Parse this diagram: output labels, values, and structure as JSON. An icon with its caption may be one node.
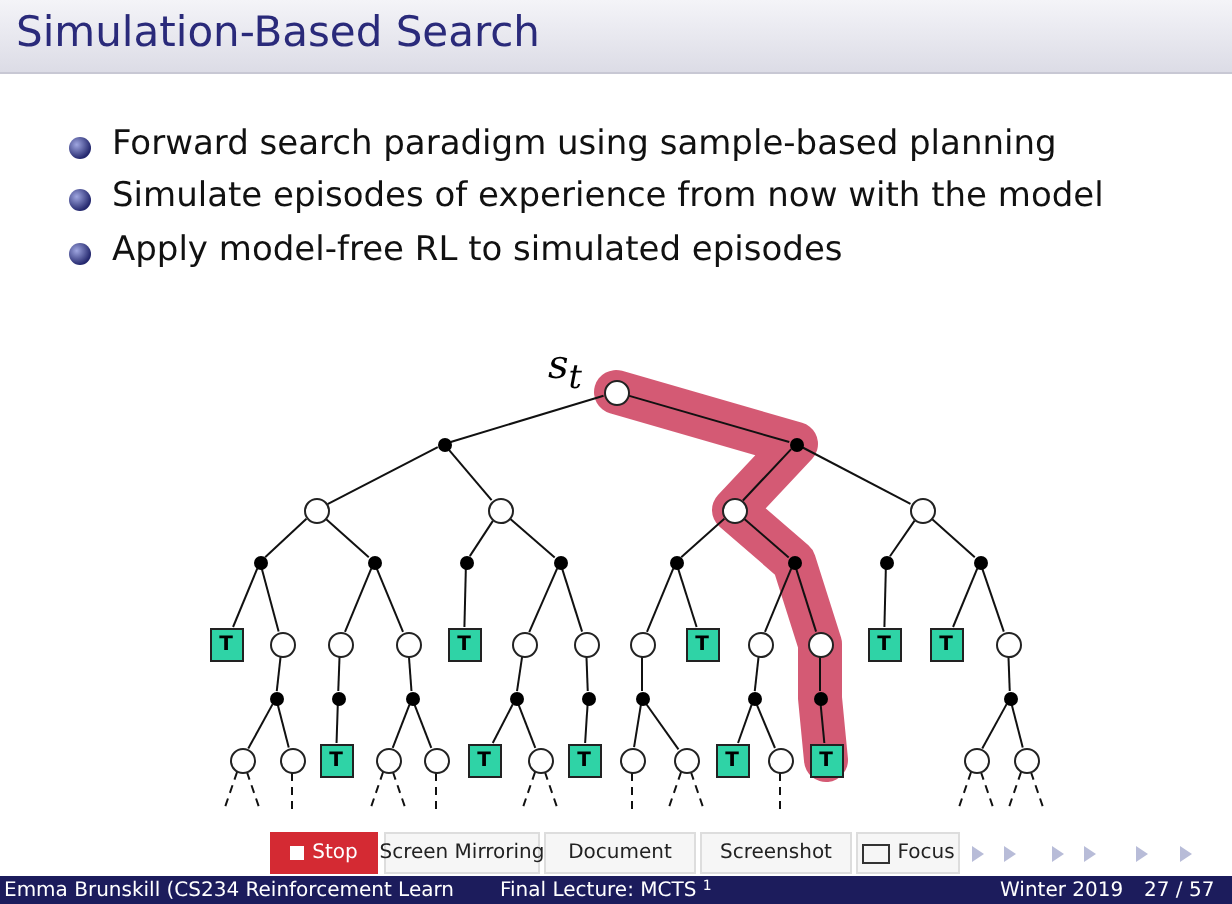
{
  "diagram": {
    "title": "Simulation-Based Search",
    "nodes": [
      {
        "text": [],
        "shape": "circle",
        "beside": [
          "s$_{t}$"
        ]
      },
      {
        "text": [],
        "shape": "dot"
      },
      {
        "text": [],
        "shape": "dot"
      },
      {
        "text": [],
        "shape": "circle"
      },
      {
        "text": [],
        "shape": "circle"
      },
      {
        "text": [],
        "shape": "circle"
      },
      {
        "text": [],
        "shape": "circle"
      },
      {
        "text": [],
        "shape": "dot"
      },
      {
        "text": [],
        "shape": "dot"
      },
      {
        "text": [],
        "shape": "dot"
      },
      {
        "text": [],
        "shape": "dot"
      },
      {
        "text": [],
        "shape": "dot"
      },
      {
        "text": [],
        "shape": "dot"
      },
      {
        "text": [],
        "shape": "dot"
      },
      {
        "text": [],
        "shape": "dot"
      },
      {
        "text": [
          "T"
        ]
      },
      {
        "text": [],
        "shape": "circle"
      },
      {
        "text": [],
        "shape": "circle"
      },
      {
        "text": [],
        "shape": "circle"
      },
      {
        "text": [
          "T"
        ]
      },
      {
        "text": [],
        "shape": "circle"
      },
      {
        "text": [],
        "shape": "circle"
      },
      {
        "text": [],
        "shape": "circle"
      },
      {
        "text": [
          "T"
        ]
      },
      {
        "text": [],
        "shape": "circle"
      },
      {
        "text": [],
        "shape": "circle"
      },
      {
        "text": [
          "T"
        ]
      },
      {
        "text": [
          "T"
        ]
      },
      {
        "text": [],
        "shape": "circle"
      },
      {
        "text": [],
        "shape": "dot"
      },
      {
        "text": [],
        "shape": "dot"
      },
      {
        "text": [],
        "shape": "dot"
      },
      {
        "text": [],
        "shape": "dot"
      },
      {
        "text": [],
        "shape": "dot"
      },
      {
        "text": [],
        "shape": "dot"
      },
      {
        "text": [],
        "shape": "dot"
      },
      {
        "text": [],
        "shape": "dot"
      },
      {
        "text": [],
        "shape": "dot"
      },
      {
        "text": [],
        "shape": "circle"
      },
      {
        "text": [],
        "shape": "circle"
      },
      {
        "text": [
          "T"
        ]
      },
      {
        "text": [],
        "shape": "circle"
      },
      {
        "text": [],
        "shape": "circle"
      },
      {
        "text": [
          "T"
        ]
      },
      {
        "text": [],
        "shape": "circle"
      },
      {
        "text": [
          "T"
        ]
      },
      {
        "text": [],
        "shape": "circle"
      },
      {
        "text": [],
        "shape": "circle"
      },
      {
        "text": [
          "T"
        ]
      },
      {
        "text": [],
        "shape": "circle"
      },
      {
        "text": [
          "T"
        ]
      },
      {
        "text": [],
        "shape": "circle"
      },
      {
        "text": [],
        "shape": "circle"
      }
    ],
    "edges": [
      {
        "from": 0,
        "to": 1,
        "arrow": "none"
      },
      {
        "from": 0,
        "to": 2,
        "arrow": "none"
      },
      {
        "from": 1,
        "to": 3,
        "arrow": "none"
      },
      {
        "from": 1,
        "to": 4,
        "arrow": "none"
      },
      {
        "from": 2,
        "to": 5,
        "arrow": "none"
      },
      {
        "from": 2,
        "to": 6,
        "arrow": "none"
      },
      {
        "from": 3,
        "to": 7,
        "arrow": "none"
      },
      {
        "from": 3,
        "to": 8,
        "arrow": "none"
      },
      {
        "from": 4,
        "to": 9,
        "arrow": "none"
      },
      {
        "from": 4,
        "to": 10,
        "arrow": "none"
      },
      {
        "from": 5,
        "to": 11,
        "arrow": "none"
      },
      {
        "from": 5,
        "to": 12,
        "arrow": "none"
      },
      {
        "from": 6,
        "to": 13,
        "arrow": "none"
      },
      {
        "from": 6,
        "to": 14,
        "arrow": "none"
      },
      {
        "from": 7,
        "to": 15,
        "arrow": "none"
      },
      {
        "from": 7,
        "to": 16,
        "arrow": "none"
      },
      {
        "from": 8,
        "to": 17,
        "arrow": "none"
      },
      {
        "from": 8,
        "to": 18,
        "arrow": "none"
      },
      {
        "from": 9,
        "to": 19,
        "arrow": "none"
      },
      {
        "from": 10,
        "to": 20,
        "arrow": "none"
      },
      {
        "from": 10,
        "to": 21,
        "arrow": "none"
      },
      {
        "from": 11,
        "to": 22,
        "arrow": "none"
      },
      {
        "from": 11,
        "to": 23,
        "arrow": "none"
      },
      {
        "from": 12,
        "to": 24,
        "arrow": "none"
      },
      {
        "from": 12,
        "to": 25,
        "arrow": "none"
      },
      {
        "from": 13,
        "to": 26,
        "arrow": "none"
      },
      {
        "from": 14,
        "to": 27,
        "arrow": "none"
      },
      {
        "from": 14,
        "to": 28,
        "arrow": "none"
      },
      {
        "from": 16,
        "to": 29,
        "arrow": "none"
      },
      {
        "from": 17,
        "to": 30,
        "arrow": "none"
      },
      {
        "from": 18,
        "to": 31,
        "arrow": "none"
      },
      {
        "from": 20,
        "to": 32,
        "arrow": "none"
      },
      {
        "from": 21,
        "to": 33,
        "arrow": "none"
      },
      {
        "from": 22,
        "to": 34,
        "arrow": "none"
      },
      {
        "from": 24,
        "to": 35,
        "arrow": "none"
      },
      {
        "from": 25,
        "to": 36,
        "arrow": "none"
      },
      {
        "from": 28,
        "to": 37,
        "arrow": "none"
      },
      {
        "from": 29,
        "to": 38,
        "arrow": "none"
      },
      {
        "from": 29,
        "to": 39,
        "arrow": "none"
      },
      {
        "from": 30,
        "to": 40,
        "arrow": "none"
      },
      {
        "from": 31,
        "to": 41,
        "arrow": "none"
      },
      {
        "from": 31,
        "to": 42,
        "arrow": "none"
      },
      {
        "from": 32,
        "to": 43,
        "arrow": "none"
      },
      {
        "from": 32,
        "to": 44,
        "arrow": "none"
      },
      {
        "from": 33,
        "to": 45,
        "arrow": "none"
      },
      {
        "from": 34,
        "to": 46,
        "arrow": "none"
      },
      {
        "from": 34,
        "to": 47,
        "arrow": "none"
      },
      {
        "from": 35,
        "to": 48,
        "arrow": "none"
      },
      {
        "from": 35,
        "to": 49,
        "arrow": "none"
      },
      {
        "from": 36,
        "to": 50,
        "arrow": "none"
      },
      {
        "from": 37,
        "to": 51,
        "arrow": "none"
      },
      {
        "from": 37,
        "to": 52,
        "arrow": "none"
      },
      {
        "from": 38,
        "to": null,
        "arrow": "none",
        "style": "dashed"
      },
      {
        "from": 38,
        "to": null,
        "arrow": "none",
        "style": "dashed"
      },
      {
        "from": 39,
        "to": null,
        "arrow": "none",
        "style": "dashed"
      },
      {
        "from": 41,
        "to": null,
        "arrow": "none",
        "style": "dashed"
      },
      {
        "from": 41,
        "to": null,
        "arrow": "none",
        "style": "dashed"
      },
      {
        "from": 42,
        "to": null,
        "arrow": "none",
        "style": "dashed"
      },
      {
        "from": 44,
        "to": null,
        "arrow": "none",
        "style": "dashed"
      },
      {
        "from": 44,
        "to": null,
        "arrow": "none",
        "style": "dashed"
      },
      {
        "from": 46,
        "to": null,
        "arrow": "none",
        "style": "dashed"
      },
      {
        "from": 47,
        "to": null,
        "arrow": "none",
        "style": "dashed"
      },
      {
        "from": 47,
        "to": null,
        "arrow": "none",
        "style": "dashed"
      },
      {
        "from": 49,
        "to": null,
        "arrow": "none",
        "style": "dashed"
      },
      {
        "from": 51,
        "to": null,
        "arrow": "none",
        "style": "dashed"
      },
      {
        "from": 51,
        "to": null,
        "arrow": "none",
        "style": "dashed"
      },
      {
        "from": 52,
        "to": null,
        "arrow": "none",
        "style": "dashed"
      },
      {
        "from": 52,
        "to": null,
        "arrow": "none",
        "style": "dashed"
      }
    ],
    "labels": [
      "Forward search paradigm using sample-based planning",
      "Simulate episodes of experience from now with the model",
      "Apply model-free RL to simulated episodes",
      "Stop",
      "Screen Mirroring",
      "Document",
      "Screenshot",
      "Focus",
      "Emma Brunskill (CS234 Reinforcement Learn",
      "Final Lecture: MCTS $^{1}$",
      "Winter 2019",
      "27 / 57"
    ]
  }
}
